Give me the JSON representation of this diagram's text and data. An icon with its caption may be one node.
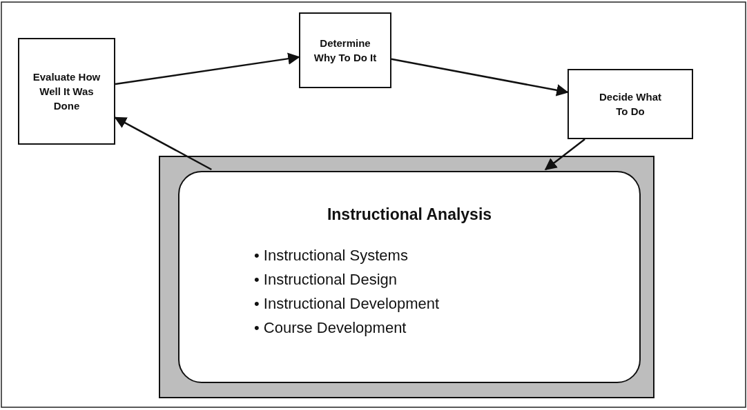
{
  "diagram": {
    "nodes": [
      {
        "text": [
          "Evaluate How Well It Was Done"
        ]
      },
      {
        "text": [
          "Determine Why To Do It"
        ]
      },
      {
        "text": [
          "Decide What To Do"
        ]
      },
      {
        "text": [],
        "shape": "box"
      },
      {
        "text": [
          "Instructional Analysis",
          "• Instructional Systems",
          "• Instructional Design",
          "• Instructional Development",
          "• Course Development"
        ],
        "in": 3
      }
    ],
    "edges": [
      {
        "from": 0,
        "to": 1,
        "arrow": "to"
      },
      {
        "from": 1,
        "to": 2,
        "arrow": "to"
      },
      {
        "from": 2,
        "to": 4,
        "arrow": "to"
      },
      {
        "from": 4,
        "to": 0,
        "arrow": "to"
      }
    ]
  }
}
